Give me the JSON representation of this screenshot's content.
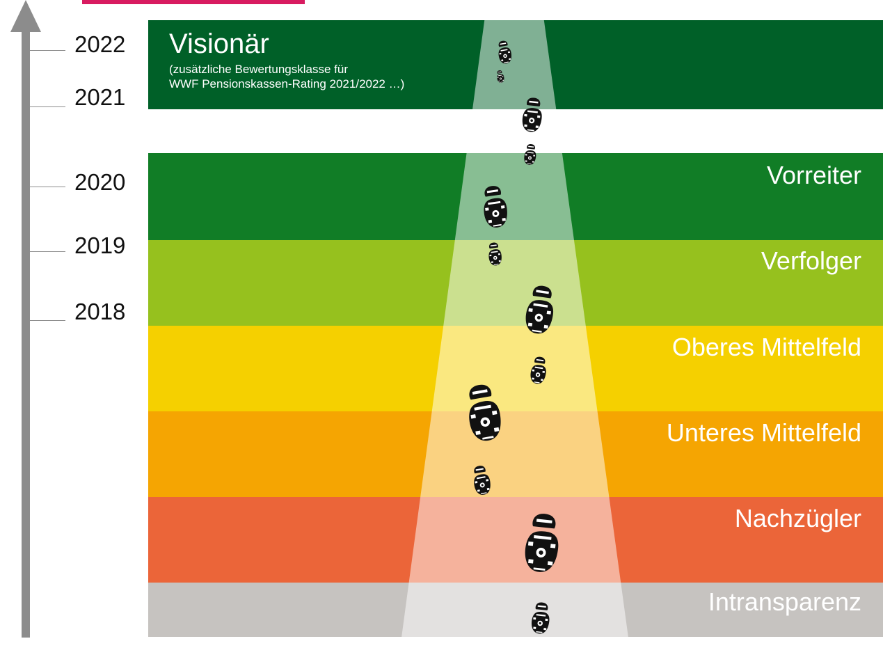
{
  "colors": {
    "accent_strip": "#d81b60",
    "axis": "#8c8c8c",
    "visionaer": "#006028",
    "vorreiter": "#117d26",
    "verfolger": "#96c11e",
    "oberes": "#f5d000",
    "unteres": "#f5a502",
    "nachzuegler": "#eb6539",
    "intransparenz": "#c6c3c0",
    "path": "#ffffff",
    "footprint": "#111111"
  },
  "axis": {
    "years": [
      "2022",
      "2021",
      "2020",
      "2019",
      "2018"
    ]
  },
  "bands": [
    {
      "id": "visionaer",
      "label": "Visionär",
      "subtitle_lines": [
        "(zusätzliche Bewertungsklasse für",
        "WWF Pensionskassen-Rating 2021/2022 …)"
      ]
    },
    {
      "id": "vorreiter",
      "label": "Vorreiter"
    },
    {
      "id": "verfolger",
      "label": "Verfolger"
    },
    {
      "id": "oberes",
      "label": "Oberes Mittelfeld"
    },
    {
      "id": "unteres",
      "label": "Unteres Mittelfeld"
    },
    {
      "id": "nachzuegler",
      "label": "Nachzügler"
    },
    {
      "id": "intransparenz",
      "label": "Intransparenz"
    }
  ],
  "icons": {
    "axis": "arrow-up-icon",
    "footprint": "shoe-print-icon"
  }
}
